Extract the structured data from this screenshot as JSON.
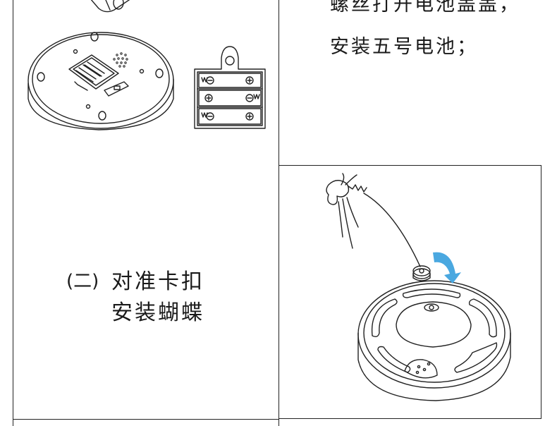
{
  "top_right": {
    "line1": "螺丝打开电池盖盖，",
    "line2": "安装五号电池；"
  },
  "step2": {
    "number": "(二)",
    "line1": "对准卡扣",
    "line2": "安装蝴蝶"
  },
  "icons": [
    "battery-icon",
    "toy-base-bottom-icon",
    "battery-cover-icon",
    "butterfly-wand-icon",
    "rotate-arrow-icon",
    "toy-base-top-icon"
  ],
  "colors": {
    "line": "#222222",
    "arrow": "#4aa8e0",
    "background": "#ffffff"
  }
}
